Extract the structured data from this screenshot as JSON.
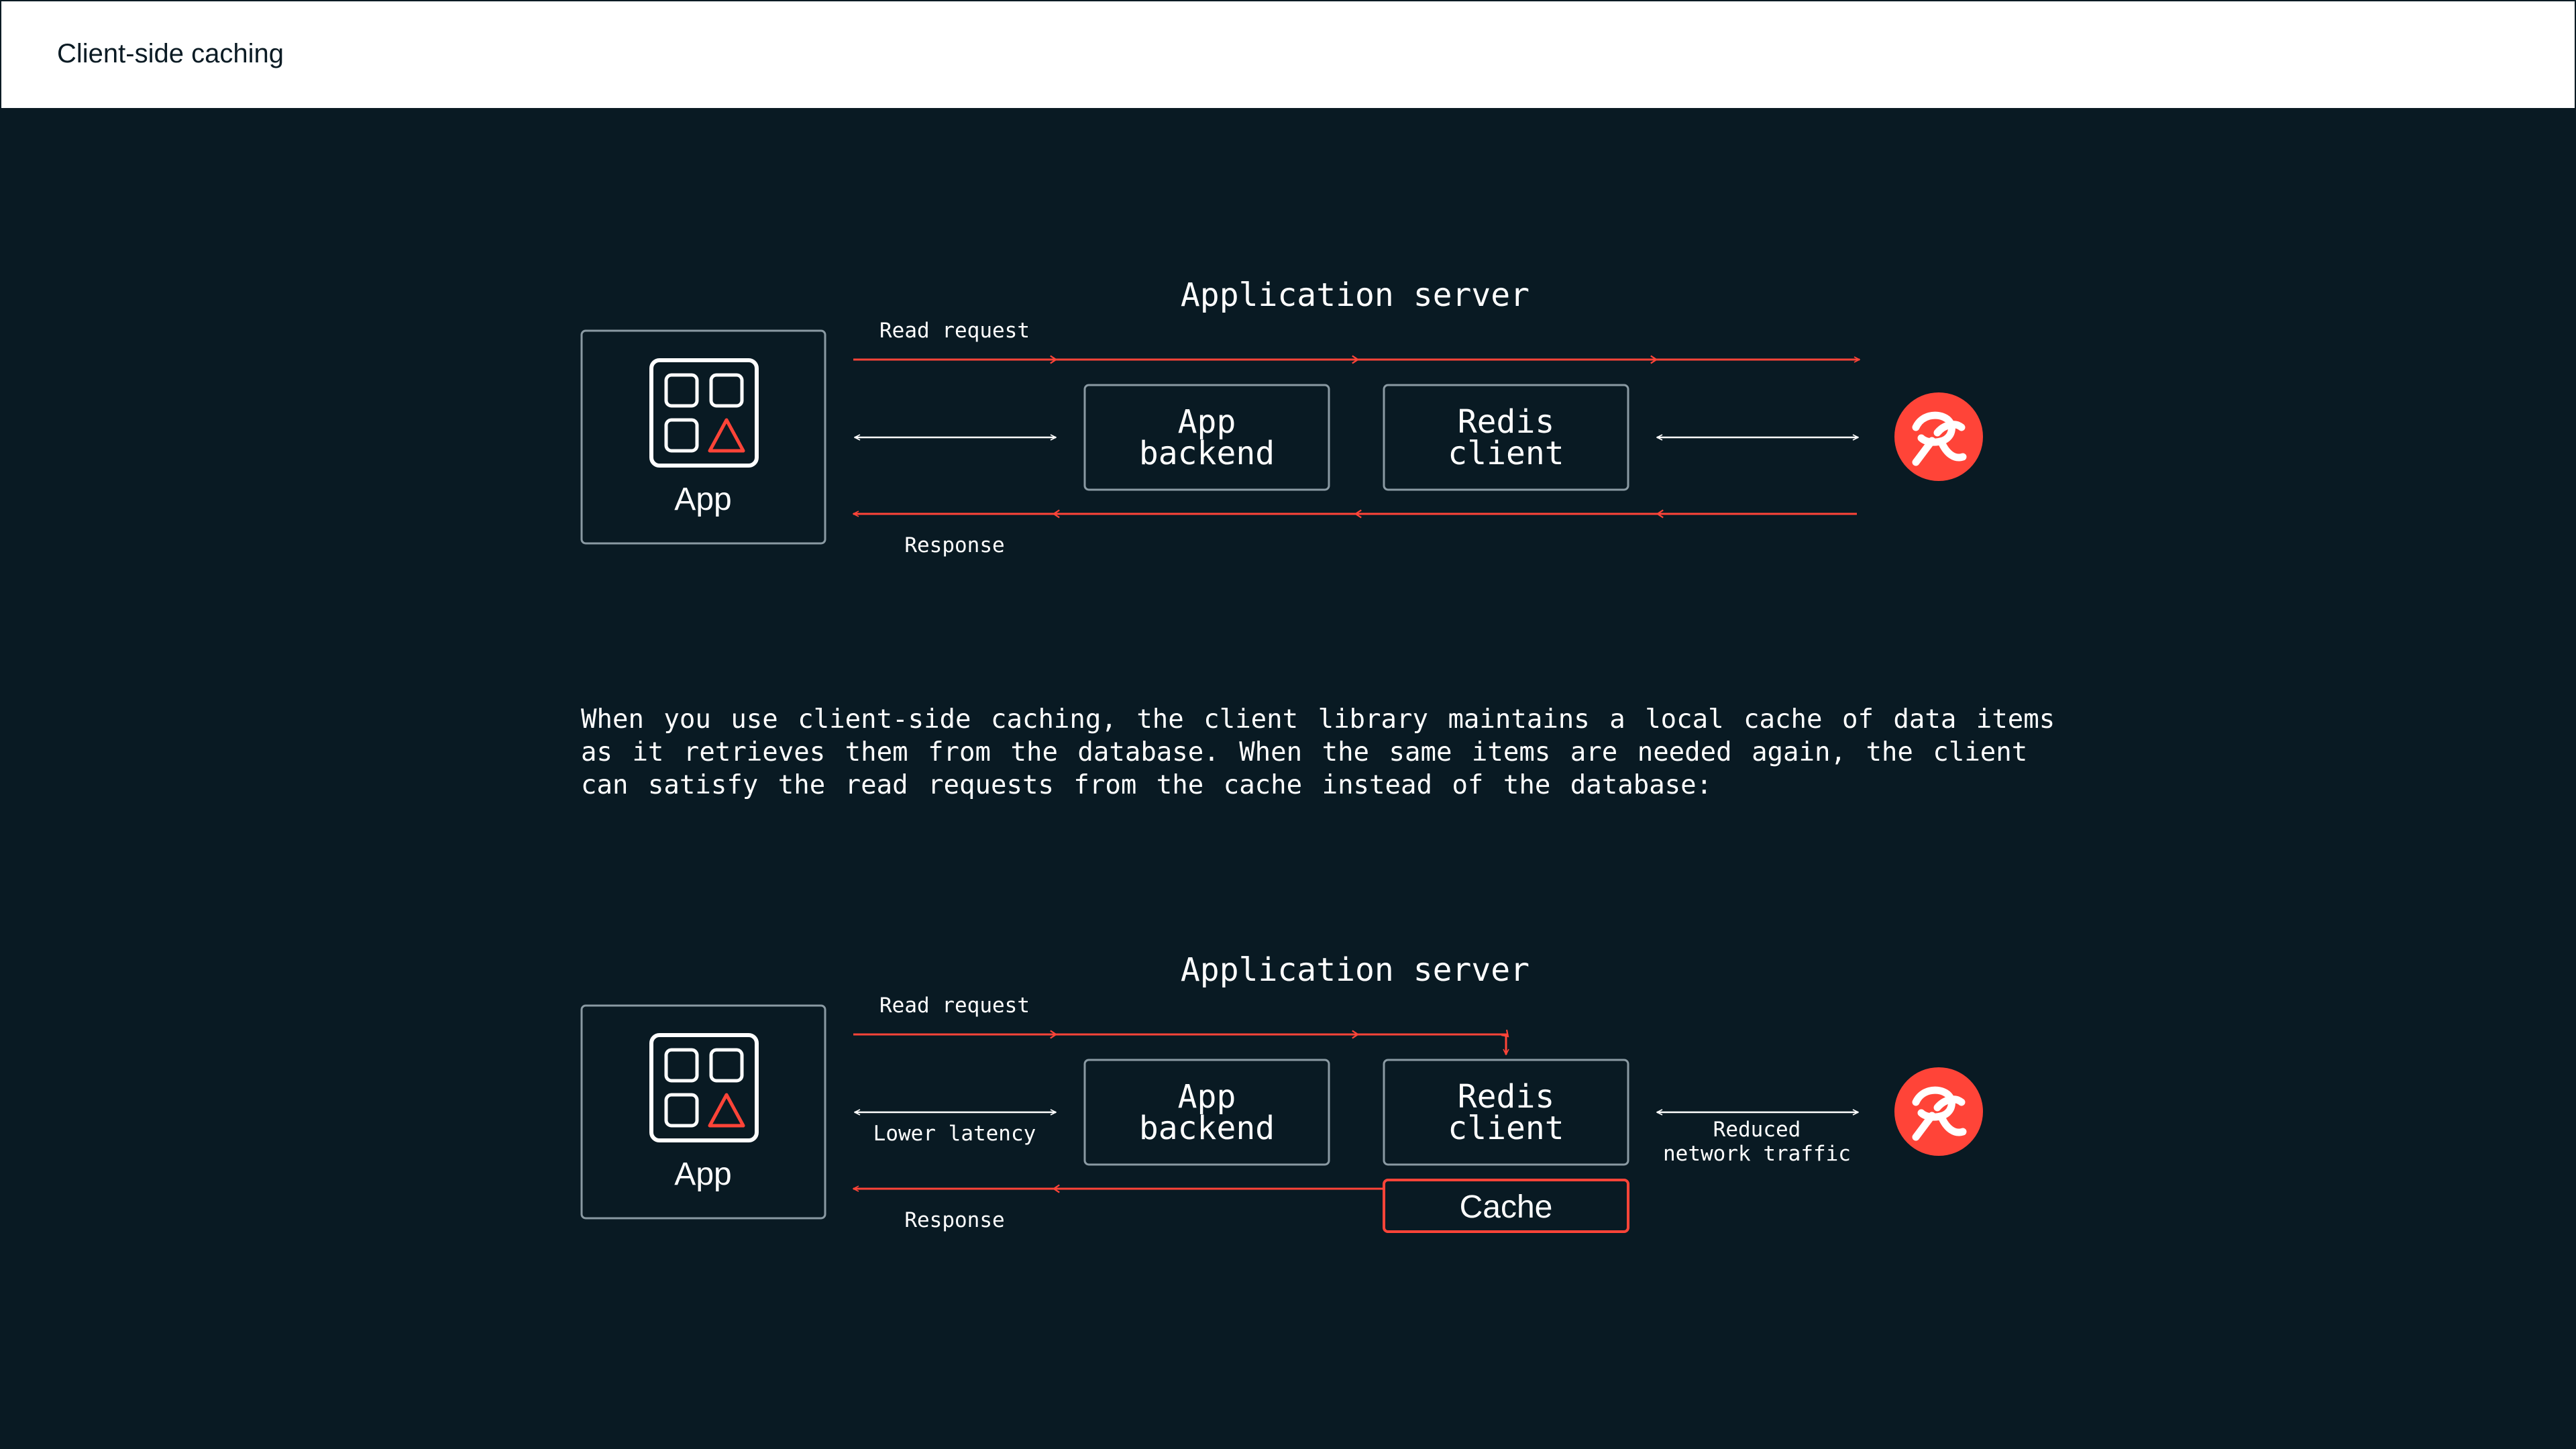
{
  "header": {
    "title": "Client-side caching"
  },
  "colors": {
    "background": "#091a23",
    "accent": "#ff4438",
    "line": "#ffffff",
    "box_border": "#8a9aa3"
  },
  "diagram_top": {
    "title": "Application server",
    "app_label": "App",
    "read_request": "Read request",
    "response": "Response",
    "app_backend": [
      "App",
      "backend"
    ],
    "redis_client": [
      "Redis",
      "client"
    ]
  },
  "description": "When you use client-side caching, the client library maintains a local cache of data items as it retrieves them from the database. When the same items are needed again, the client can satisfy the read requests from the cache instead of the database:",
  "diagram_bottom": {
    "title": "Application server",
    "app_label": "App",
    "read_request": "Read request",
    "response": "Response",
    "lower_latency": "Lower latency",
    "reduced_traffic": [
      "Reduced",
      "network traffic"
    ],
    "app_backend": [
      "App",
      "backend"
    ],
    "redis_client": [
      "Redis",
      "client"
    ],
    "cache": "Cache"
  },
  "icons": {
    "app": "app-grid-icon",
    "redis": "redis-logo-icon"
  }
}
